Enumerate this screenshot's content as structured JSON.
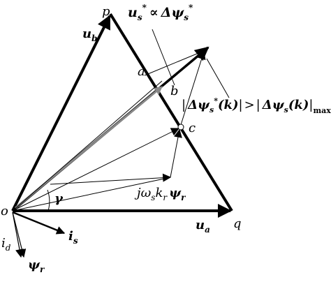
{
  "diagram": {
    "points": {
      "o": "o",
      "p": "p",
      "q": "q",
      "a": "a",
      "b": "b",
      "c": "c"
    },
    "vectors": {
      "u_b": {
        "main": "u",
        "sub": "b"
      },
      "u_a": {
        "main": "u",
        "sub": "a"
      },
      "i_s": {
        "main": "i",
        "sub": "s"
      },
      "i_d": {
        "main": "i",
        "sub": "d"
      },
      "psi_r": {
        "main": "ψ",
        "sub": "r"
      }
    },
    "angle": {
      "gamma": "γ"
    },
    "top_label": {
      "u": "u",
      "u_sub": "s",
      "u_sup": "*",
      "prop": "∝",
      "dpsi": "Δψ",
      "dpsi_sub": "s",
      "dpsi_sup": "*"
    },
    "right_label": {
      "open1": "|",
      "dpsi": "Δψ",
      "sub1": "s",
      "sup1": "*",
      "arg1": "(k)",
      "close1": "|",
      "gt": ">",
      "open2": "|",
      "dpsi2": "Δψ",
      "sub2": "s",
      "arg2": "(k)",
      "close2": "|",
      "max": "max"
    },
    "feedback_label": {
      "j": "j",
      "omega": "ω",
      "omega_sub": "s",
      "k": "k",
      "k_sub": "r",
      "psi": "ψ",
      "psi_sub": "r"
    }
  }
}
